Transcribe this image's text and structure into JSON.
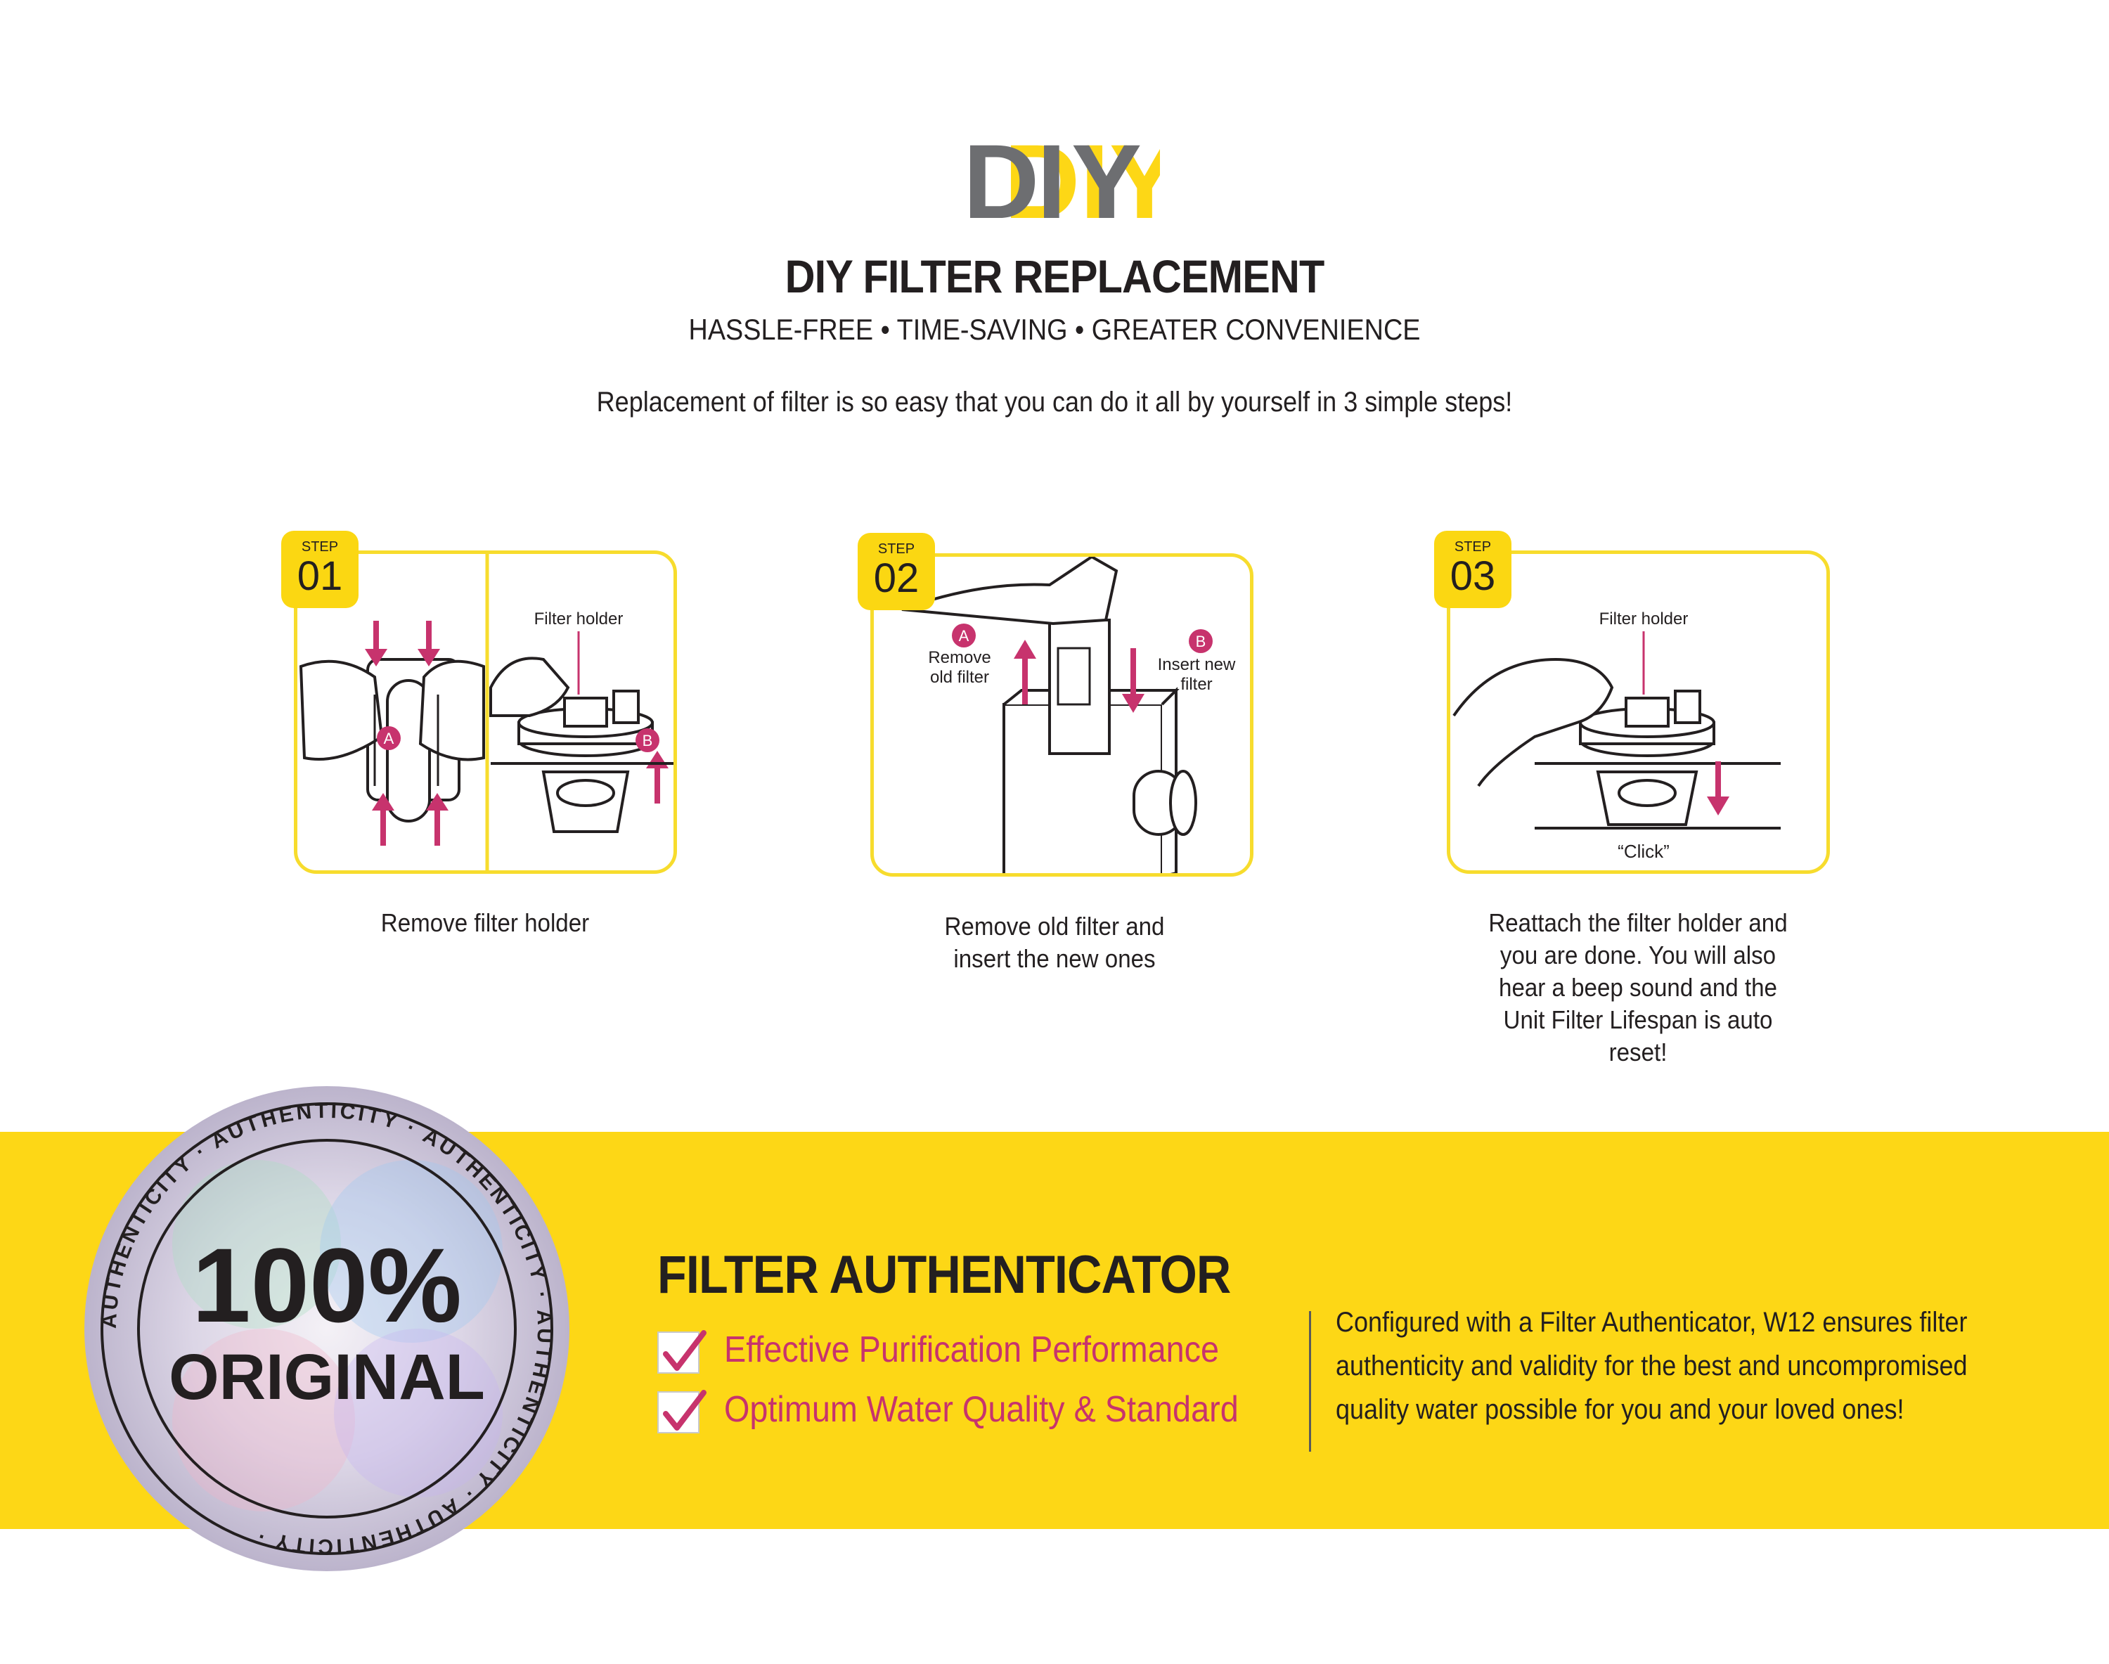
{
  "header": {
    "logo_text": "DIY",
    "title": "DIY FILTER REPLACEMENT",
    "subtitle": "HASSLE-FREE • TIME-SAVING • GREATER CONVENIENCE",
    "intro": "Replacement of filter is so easy that you can do it all by yourself in 3 simple steps!"
  },
  "steps": [
    {
      "badge_label": "STEP",
      "number": "01",
      "labels": {
        "filter_holder": "Filter holder",
        "a": "A",
        "b": "B"
      },
      "caption": "Remove filter holder"
    },
    {
      "badge_label": "STEP",
      "number": "02",
      "labels": {
        "a": "A",
        "b": "B",
        "remove": "Remove old filter",
        "insert": "Insert new filter"
      },
      "caption": "Remove old filter and insert the new ones"
    },
    {
      "badge_label": "STEP",
      "number": "03",
      "labels": {
        "filter_holder": "Filter holder",
        "click": "“Click”"
      },
      "caption": "Reattach the filter holder and you are done. You will also hear a beep sound and the Unit Filter Lifespan is auto reset!"
    }
  ],
  "authenticator": {
    "seal": {
      "line1": "100%",
      "line2": "ORIGINAL",
      "ring_text": "AUTHENTICITY"
    },
    "title": "FILTER AUTHENTICATOR",
    "checks": [
      "Effective Purification Performance",
      "Optimum Water Quality & Standard"
    ],
    "description_lines": [
      "Configured with a Filter Authenticator, W12 ensures filter",
      "authenticity and validity for the best and uncompromised",
      "quality water possible for you and your loved ones!"
    ]
  },
  "colors": {
    "accent_yellow": "#fdd716",
    "box_border": "#f7dc2d",
    "magenta": "#c7336d",
    "logo_grey": "#6d6e71",
    "text": "#231f20"
  }
}
